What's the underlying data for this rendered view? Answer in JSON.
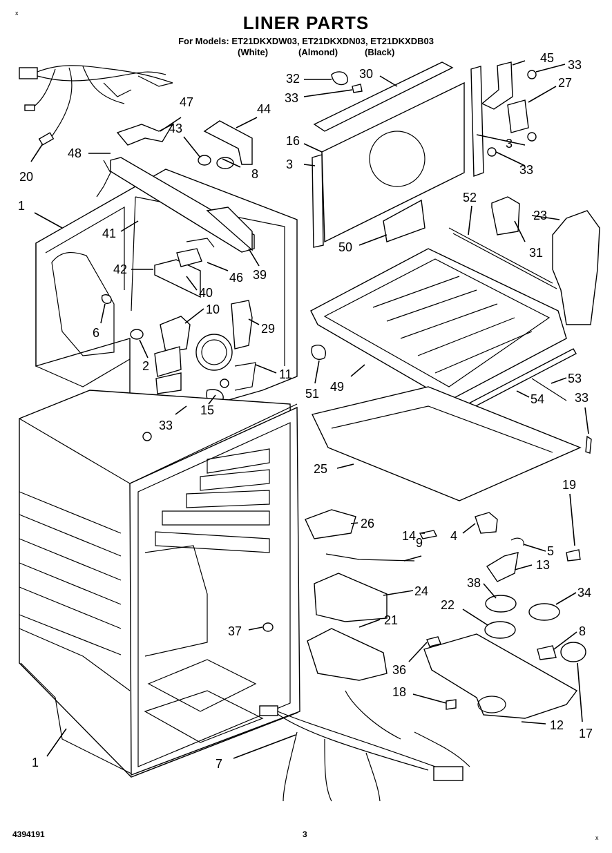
{
  "header": {
    "title": "LINER PARTS",
    "models_line": "For Models: ET21DKXDW03, ET21DKXDN03, ET21DKXDB03",
    "color_white": "(White)",
    "color_almond": "(Almond)",
    "color_black": "(Black)"
  },
  "marks": {
    "top_left": "x",
    "bottom_right": "x"
  },
  "footer": {
    "doc_number": "4394191",
    "page_number": "3"
  },
  "callouts": {
    "c45": "45",
    "c33a": "33",
    "c32": "32",
    "c30": "30",
    "c27": "27",
    "c33b": "33",
    "c47": "47",
    "c44": "44",
    "c43": "43",
    "c16": "16",
    "c3a": "3",
    "c48": "48",
    "c3b": "3",
    "c33c": "33",
    "c8a": "8",
    "c20": "20",
    "c52": "52",
    "c23": "23",
    "c1a": "1",
    "c41": "41",
    "c31": "31",
    "c50": "50",
    "c39": "39",
    "c42": "42",
    "c46": "46",
    "c40": "40",
    "c10": "10",
    "c6": "6",
    "c29": "29",
    "c2": "2",
    "c11": "11",
    "c49": "49",
    "c53": "53",
    "c51": "51",
    "c54": "54",
    "c15": "15",
    "c33d": "33",
    "c33e": "33",
    "c25": "25",
    "c19": "19",
    "c26": "26",
    "c14": "14",
    "c4": "4",
    "c9": "9",
    "c5": "5",
    "c38": "38",
    "c13": "13",
    "c24": "24",
    "c34": "34",
    "c22": "22",
    "c21": "21",
    "c37": "37",
    "c36": "36",
    "c8b": "8",
    "c18": "18",
    "c12": "12",
    "c17": "17",
    "c1b": "1",
    "c7": "7"
  }
}
